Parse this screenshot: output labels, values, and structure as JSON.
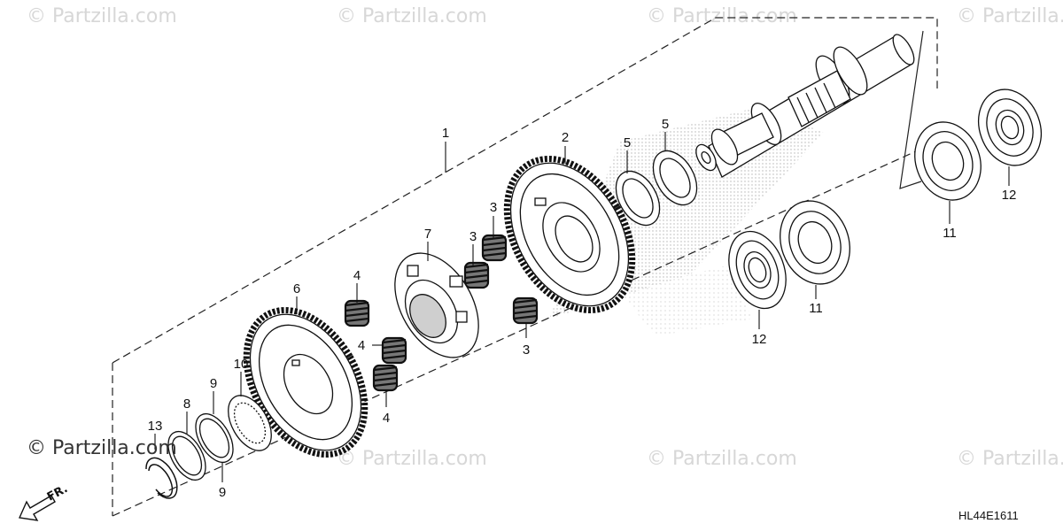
{
  "watermark": {
    "text": "© Partzilla.com",
    "color": "#d7d7d7"
  },
  "corner_watermark": "© Partzilla.com",
  "diagram_code": "HL44E1611",
  "front_arrow_label": "FR.",
  "callouts": {
    "c1": "1",
    "c2": "2",
    "c3a": "3",
    "c3b": "3",
    "c3c": "3",
    "c4a": "4",
    "c4b": "4",
    "c4c": "4",
    "c5a": "5",
    "c5b": "5",
    "c6": "6",
    "c7": "7",
    "c8": "8",
    "c9a": "9",
    "c9b": "9",
    "c10": "10",
    "c11a": "11",
    "c11b": "11",
    "c12a": "12",
    "c12b": "12",
    "c13": "13"
  }
}
